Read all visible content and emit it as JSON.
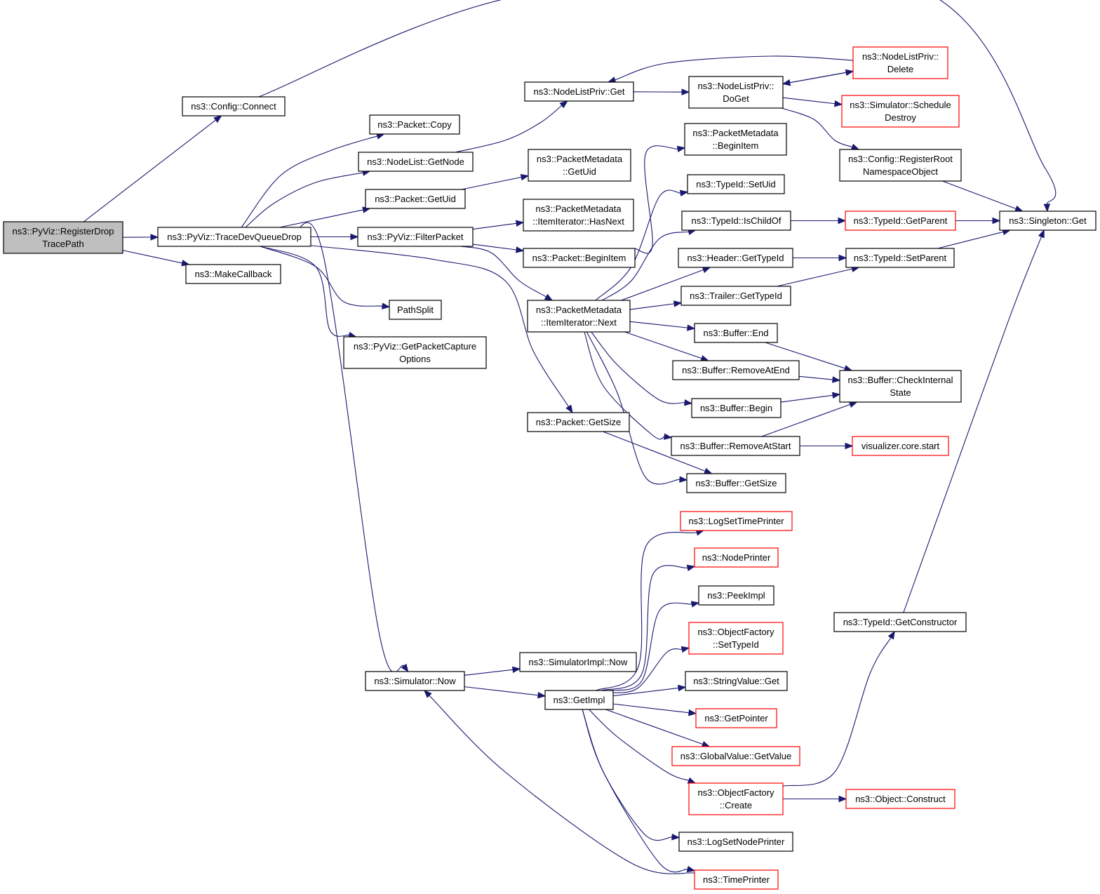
{
  "colors": {
    "edge": "#191970",
    "border_black": "#000000",
    "border_red": "#ff0000",
    "root_fill": "#bfbfbf"
  },
  "nodes": [
    {
      "id": "root",
      "lines": [
        "ns3::PyViz::RegisterDrop",
        "TracePath"
      ],
      "border": "black",
      "fill": "gray"
    },
    {
      "id": "trace",
      "lines": [
        "ns3::PyViz::TraceDevQueueDrop"
      ],
      "border": "black"
    },
    {
      "id": "makecb",
      "lines": [
        "ns3::MakeCallback"
      ],
      "border": "black"
    },
    {
      "id": "connect",
      "lines": [
        "ns3::Config::Connect"
      ],
      "border": "black"
    },
    {
      "id": "pcopy",
      "lines": [
        "ns3::Packet::Copy"
      ],
      "border": "black"
    },
    {
      "id": "getnode",
      "lines": [
        "ns3::NodeList::GetNode"
      ],
      "border": "black"
    },
    {
      "id": "pgetuid",
      "lines": [
        "ns3::Packet::GetUid"
      ],
      "border": "black"
    },
    {
      "id": "filter",
      "lines": [
        "ns3::PyViz::FilterPacket"
      ],
      "border": "black"
    },
    {
      "id": "pathsplit",
      "lines": [
        "PathSplit"
      ],
      "border": "black"
    },
    {
      "id": "capopt",
      "lines": [
        "ns3::PyViz::GetPacketCapture",
        "Options"
      ],
      "border": "black"
    },
    {
      "id": "nlpget",
      "lines": [
        "ns3::NodeListPriv::Get"
      ],
      "border": "black"
    },
    {
      "id": "pmgetuid",
      "lines": [
        "ns3::PacketMetadata",
        "::GetUid"
      ],
      "border": "black"
    },
    {
      "id": "hasnext",
      "lines": [
        "ns3::PacketMetadata",
        "::ItemIterator::HasNext"
      ],
      "border": "black"
    },
    {
      "id": "beginitem",
      "lines": [
        "ns3::Packet::BeginItem"
      ],
      "border": "black"
    },
    {
      "id": "next",
      "lines": [
        "ns3::PacketMetadata",
        "::ItemIterator::Next"
      ],
      "border": "black"
    },
    {
      "id": "pgetsize",
      "lines": [
        "ns3::Packet::GetSize"
      ],
      "border": "black"
    },
    {
      "id": "doget",
      "lines": [
        "ns3::NodeListPriv::",
        "DoGet"
      ],
      "border": "black"
    },
    {
      "id": "nlpdelete",
      "lines": [
        "ns3::NodeListPriv::",
        "Delete"
      ],
      "border": "red"
    },
    {
      "id": "schedd",
      "lines": [
        "ns3::Simulator::Schedule",
        "Destroy"
      ],
      "border": "red"
    },
    {
      "id": "regroot",
      "lines": [
        "ns3::Config::RegisterRoot",
        "NamespaceObject"
      ],
      "border": "black"
    },
    {
      "id": "singleton",
      "lines": [
        "ns3::Singleton::Get"
      ],
      "border": "black"
    },
    {
      "id": "pmbegin",
      "lines": [
        "ns3::PacketMetadata",
        "::BeginItem"
      ],
      "border": "black"
    },
    {
      "id": "setuid",
      "lines": [
        "ns3::TypeId::SetUid"
      ],
      "border": "black"
    },
    {
      "id": "ischild",
      "lines": [
        "ns3::TypeId::IsChildOf"
      ],
      "border": "black"
    },
    {
      "id": "getparent",
      "lines": [
        "ns3::TypeId::GetParent"
      ],
      "border": "red"
    },
    {
      "id": "hgettid",
      "lines": [
        "ns3::Header::GetTypeId"
      ],
      "border": "black"
    },
    {
      "id": "setparent",
      "lines": [
        "ns3::TypeId::SetParent"
      ],
      "border": "black"
    },
    {
      "id": "tgettid",
      "lines": [
        "ns3::Trailer::GetTypeId"
      ],
      "border": "black"
    },
    {
      "id": "bend",
      "lines": [
        "ns3::Buffer::End"
      ],
      "border": "black"
    },
    {
      "id": "bremend",
      "lines": [
        "ns3::Buffer::RemoveAtEnd"
      ],
      "border": "black"
    },
    {
      "id": "bcheck",
      "lines": [
        "ns3::Buffer::CheckInternal",
        "State"
      ],
      "border": "black"
    },
    {
      "id": "bbegin",
      "lines": [
        "ns3::Buffer::Begin"
      ],
      "border": "black"
    },
    {
      "id": "bremstart",
      "lines": [
        "ns3::Buffer::RemoveAtStart"
      ],
      "border": "black"
    },
    {
      "id": "vizstart",
      "lines": [
        "visualizer.core.start"
      ],
      "border": "red"
    },
    {
      "id": "bgetsize",
      "lines": [
        "ns3::Buffer::GetSize"
      ],
      "border": "black"
    },
    {
      "id": "simnow",
      "lines": [
        "ns3::Simulator::Now"
      ],
      "border": "black"
    },
    {
      "id": "simimplnow",
      "lines": [
        "ns3::SimulatorImpl::Now"
      ],
      "border": "black"
    },
    {
      "id": "getimpl",
      "lines": [
        "ns3::GetImpl"
      ],
      "border": "black"
    },
    {
      "id": "logsettp",
      "lines": [
        "ns3::LogSetTimePrinter"
      ],
      "border": "red"
    },
    {
      "id": "nodeprinter",
      "lines": [
        "ns3::NodePrinter"
      ],
      "border": "red"
    },
    {
      "id": "peekimpl",
      "lines": [
        "ns3::PeekImpl"
      ],
      "border": "black"
    },
    {
      "id": "ofsettid",
      "lines": [
        "ns3::ObjectFactory",
        "::SetTypeId"
      ],
      "border": "red"
    },
    {
      "id": "strget",
      "lines": [
        "ns3::StringValue::Get"
      ],
      "border": "black"
    },
    {
      "id": "getpointer",
      "lines": [
        "ns3::GetPointer"
      ],
      "border": "red"
    },
    {
      "id": "gvgetvalue",
      "lines": [
        "ns3::GlobalValue::GetValue"
      ],
      "border": "red"
    },
    {
      "id": "ofcreate",
      "lines": [
        "ns3::ObjectFactory",
        "::Create"
      ],
      "border": "red"
    },
    {
      "id": "objconstruct",
      "lines": [
        "ns3::Object::Construct"
      ],
      "border": "red"
    },
    {
      "id": "logsetnp",
      "lines": [
        "ns3::LogSetNodePrinter"
      ],
      "border": "black"
    },
    {
      "id": "timeprinter",
      "lines": [
        "ns3::TimePrinter"
      ],
      "border": "red"
    },
    {
      "id": "getctor",
      "lines": [
        "ns3::TypeId::GetConstructor"
      ],
      "border": "black"
    }
  ],
  "edges": [
    [
      "root",
      "trace"
    ],
    [
      "root",
      "makecb"
    ],
    [
      "root",
      "connect"
    ],
    [
      "connect",
      "singleton"
    ],
    [
      "trace",
      "pcopy"
    ],
    [
      "trace",
      "getnode"
    ],
    [
      "trace",
      "pgetuid"
    ],
    [
      "trace",
      "filter"
    ],
    [
      "trace",
      "pathsplit"
    ],
    [
      "trace",
      "capopt"
    ],
    [
      "trace",
      "pgetsize"
    ],
    [
      "trace",
      "simnow"
    ],
    [
      "getnode",
      "nlpget"
    ],
    [
      "nlpget",
      "doget"
    ],
    [
      "doget",
      "nlpdelete"
    ],
    [
      "nlpdelete",
      "doget"
    ],
    [
      "nlpdelete",
      "nlpget"
    ],
    [
      "doget",
      "schedd"
    ],
    [
      "doget",
      "regroot"
    ],
    [
      "regroot",
      "singleton"
    ],
    [
      "pgetuid",
      "pmgetuid"
    ],
    [
      "filter",
      "hasnext"
    ],
    [
      "filter",
      "beginitem"
    ],
    [
      "filter",
      "next"
    ],
    [
      "beginitem",
      "pmbegin"
    ],
    [
      "next",
      "setuid"
    ],
    [
      "next",
      "ischild"
    ],
    [
      "next",
      "hgettid"
    ],
    [
      "next",
      "tgettid"
    ],
    [
      "next",
      "bend"
    ],
    [
      "next",
      "bremend"
    ],
    [
      "next",
      "bbegin"
    ],
    [
      "next",
      "bremstart"
    ],
    [
      "next",
      "bgetsize"
    ],
    [
      "ischild",
      "getparent"
    ],
    [
      "getparent",
      "singleton"
    ],
    [
      "hgettid",
      "setparent"
    ],
    [
      "tgettid",
      "setparent"
    ],
    [
      "setparent",
      "singleton"
    ],
    [
      "bend",
      "bcheck"
    ],
    [
      "bremend",
      "bcheck"
    ],
    [
      "bbegin",
      "bcheck"
    ],
    [
      "bremstart",
      "bcheck"
    ],
    [
      "bremstart",
      "vizstart"
    ],
    [
      "pgetsize",
      "bgetsize"
    ],
    [
      "simnow",
      "simimplnow"
    ],
    [
      "simnow",
      "getimpl"
    ],
    [
      "getimpl",
      "logsettp"
    ],
    [
      "getimpl",
      "nodeprinter"
    ],
    [
      "getimpl",
      "peekimpl"
    ],
    [
      "getimpl",
      "ofsettid"
    ],
    [
      "getimpl",
      "strget"
    ],
    [
      "getimpl",
      "getpointer"
    ],
    [
      "getimpl",
      "gvgetvalue"
    ],
    [
      "getimpl",
      "ofcreate"
    ],
    [
      "getimpl",
      "logsetnp"
    ],
    [
      "getimpl",
      "timeprinter"
    ],
    [
      "ofcreate",
      "objconstruct"
    ],
    [
      "ofcreate",
      "getctor"
    ],
    [
      "getctor",
      "singleton"
    ],
    [
      "timeprinter",
      "simnow"
    ]
  ]
}
